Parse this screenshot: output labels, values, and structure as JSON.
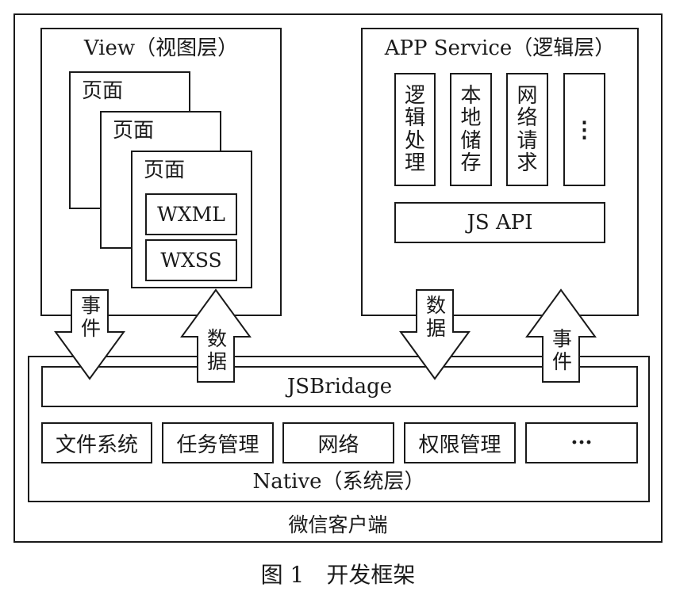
{
  "client": {
    "label": "微信客户端"
  },
  "view": {
    "title": "View（视图层）",
    "pages": [
      "页面",
      "页面",
      "页面"
    ],
    "files": [
      "WXML",
      "WXSS"
    ]
  },
  "service": {
    "title": "APP Service（逻辑层）",
    "modules": [
      "逻辑处理",
      "本地储存",
      "网络请求",
      "⋮"
    ],
    "api": "JS API"
  },
  "native": {
    "title": "Native（系统层）",
    "bridge": "JSBridage",
    "modules": [
      "文件系统",
      "任务管理",
      "网络",
      "权限管理",
      "···"
    ]
  },
  "arrows": {
    "view_down": "事件",
    "view_up": "数据",
    "service_down": "数据",
    "service_up": "事件"
  },
  "caption": "图 1　开发框架"
}
